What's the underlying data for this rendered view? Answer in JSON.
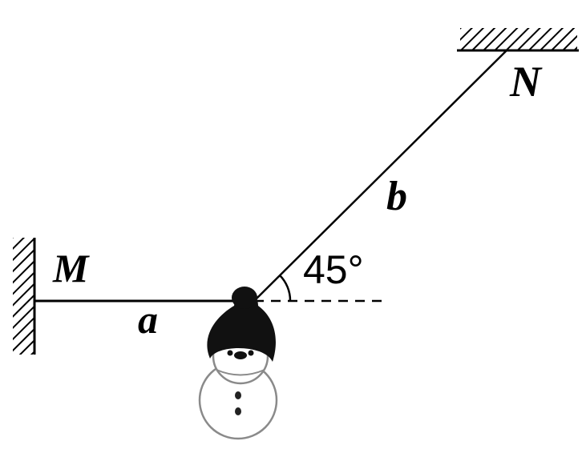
{
  "labels": {
    "wall_left": "M",
    "ceiling_right": "N",
    "rope_horizontal": "a",
    "rope_inclined": "b",
    "angle": "45°"
  },
  "angle_degrees": 45,
  "colors": {
    "line": "#000000",
    "background": "#ffffff",
    "snowman_outline": "#888888",
    "hat": "#111111"
  }
}
